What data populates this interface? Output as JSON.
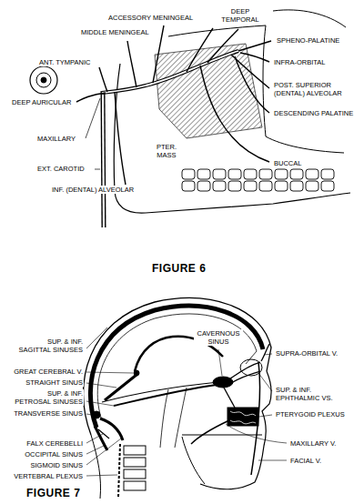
{
  "diagram": {
    "labels": [
      "ACCESSORY MENINGEAL",
      "MIDDLE MENINGEAL",
      "DEEP TEMPORAL",
      "SPHENO-PALATINE",
      "INFRA-ORBITAL",
      "ANT. TYMPANIC",
      "POST. SUPERIOR (DENTAL) ALVEOLAR",
      "DESCENDING PALATINE",
      "DEEP AURICULAR",
      "MAXILLARY",
      "PTER. MASS",
      "BUCCAL",
      "EXT. CAROTID",
      "INF. (DENTAL) ALVEOLAR",
      "FIGURE 6",
      "SUP. & INF. SAGITTAL SINUSES",
      "GREAT CEREBRAL V.",
      "STRAIGHT SINUS",
      "SUP. & INF. PETROSAL SINUSES",
      "TRANSVERSE SINUS",
      "FALX CEREBELLI",
      "OCCIPITAL SINUS",
      "SIGMOID SINUS",
      "VERTEBRAL PLEXUS",
      "CAVERNOUS SINUS",
      "SUPRA-ORBITAL V.",
      "SUP. & INF. EPHTHALMIC VS.",
      "PTERYGOID PLEXUS",
      "MAXILLARY V.",
      "FACIAL V.",
      "FIGURE 7"
    ]
  }
}
